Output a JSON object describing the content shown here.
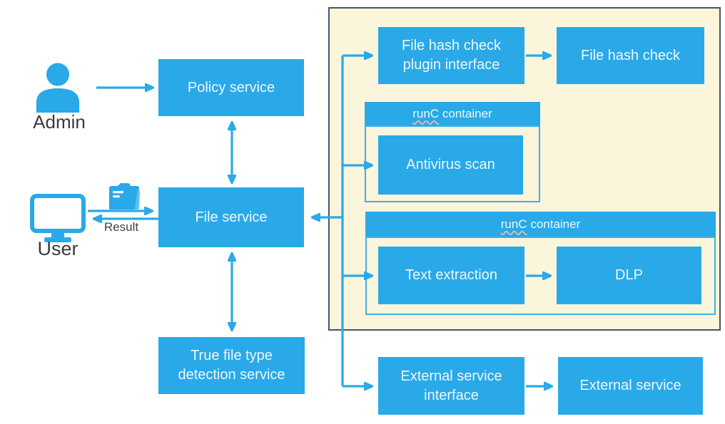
{
  "diagram": {
    "actors": {
      "admin": {
        "label": "Admin",
        "icon": "person-icon"
      },
      "user": {
        "label": "User",
        "icon": "monitor-icon"
      }
    },
    "nodes": {
      "policy_service": "Policy service",
      "file_service": "File service",
      "true_file_type": "True file type detection service",
      "hash_plugin_interface": "File hash check plugin interface",
      "hash_check": "File hash check",
      "antivirus_scan": "Antivirus scan",
      "text_extraction": "Text extraction",
      "dlp": "DLP",
      "external_interface": "External service interface",
      "external_service": "External service"
    },
    "containers": {
      "runc1": {
        "word": "runC",
        "rest": " container"
      },
      "runc2": {
        "word": "runC",
        "rest": " container"
      }
    },
    "edge_labels": {
      "result": "Result"
    },
    "icons": {
      "file_transfer": "folder-icon"
    },
    "colors": {
      "node_fill": "#29a9e8",
      "sandbox_fill": "#fbf5dc",
      "sandbox_border": "#44546a",
      "dark_label_text": "#3a3a3a",
      "node_text": "#eef8ff",
      "spellcheck_squiggle": "#e8b4b0"
    }
  }
}
